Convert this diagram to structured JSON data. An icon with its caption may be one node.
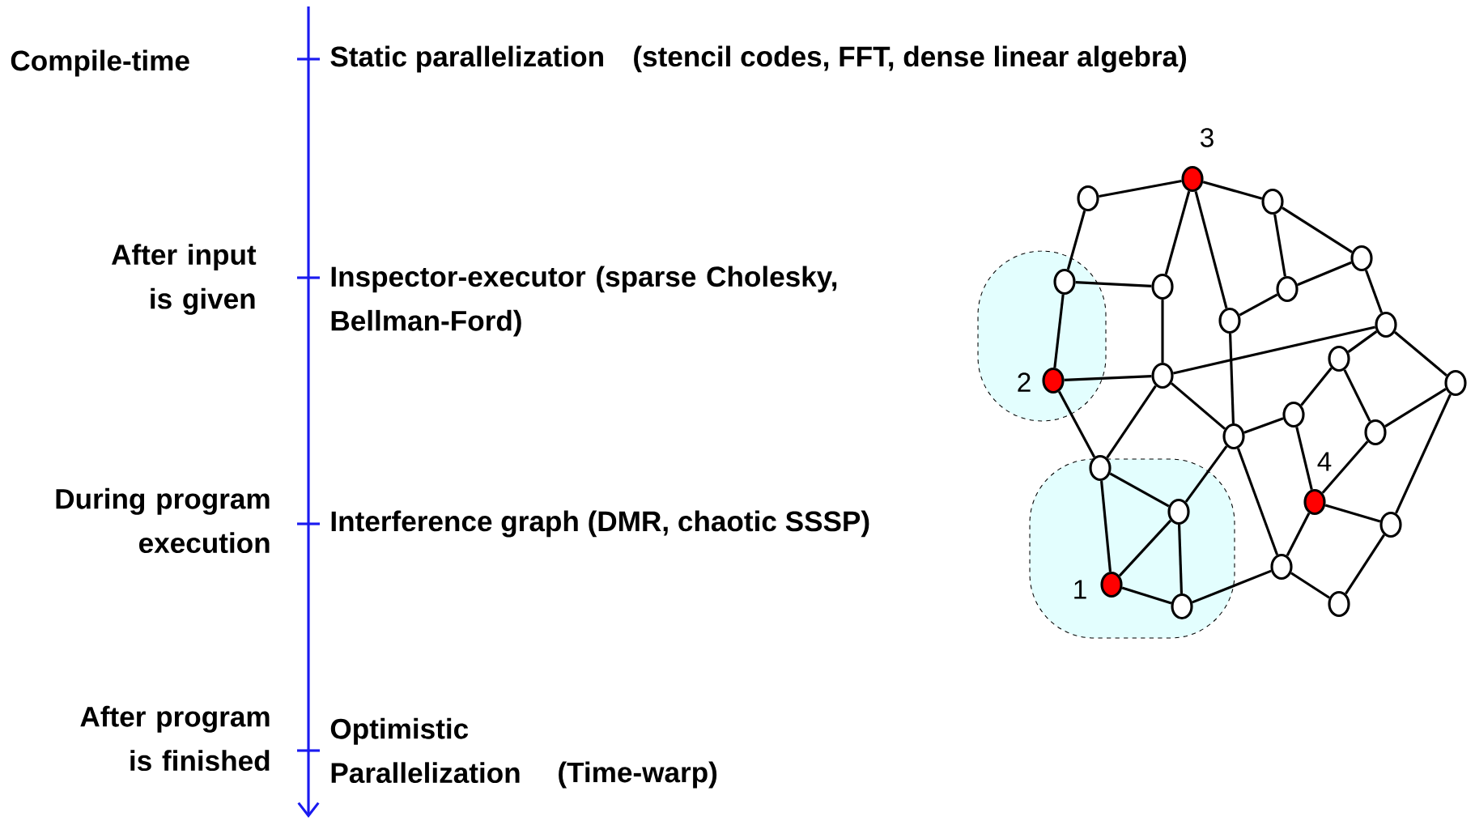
{
  "diagram": {
    "nodes": [
      {
        "text": [],
        "shape": "circle"
      },
      {
        "text": [],
        "shape": "circle",
        "beside": [
          "3"
        ]
      },
      {
        "text": [],
        "shape": "circle"
      },
      {
        "text": [],
        "shape": "circle"
      },
      {
        "text": [],
        "shape": "cloud"
      },
      {
        "text": [],
        "shape": "circle",
        "in": 4
      },
      {
        "text": [],
        "shape": "circle"
      },
      {
        "text": [],
        "shape": "circle"
      },
      {
        "text": [],
        "shape": "circle"
      },
      {
        "text": [],
        "shape": "circle"
      },
      {
        "text": [],
        "shape": "circle"
      },
      {
        "text": [],
        "shape": "circle",
        "beside": [
          "2"
        ],
        "in": 4
      },
      {
        "text": [],
        "shape": "circle"
      },
      {
        "text": [],
        "shape": "circle"
      },
      {
        "text": [],
        "shape": "circle"
      },
      {
        "text": [],
        "shape": "circle"
      },
      {
        "text": [],
        "shape": "circle"
      },
      {
        "text": [],
        "shape": "cloud"
      },
      {
        "text": [],
        "shape": "circle",
        "in": 17
      },
      {
        "text": [],
        "shape": "circle",
        "in": 17
      },
      {
        "text": [],
        "shape": "circle",
        "beside": [
          "4"
        ]
      },
      {
        "text": [],
        "shape": "circle"
      },
      {
        "text": [],
        "shape": "circle"
      },
      {
        "text": [],
        "shape": "circle",
        "beside": [
          "1"
        ],
        "in": 17
      },
      {
        "text": [],
        "shape": "circle",
        "in": 17
      },
      {
        "text": [],
        "shape": "circle"
      }
    ],
    "edges": [
      {
        "from": 0,
        "to": 1,
        "arrow": "none"
      },
      {
        "from": 1,
        "to": 2,
        "arrow": "none"
      },
      {
        "from": 0,
        "to": 5,
        "arrow": "none"
      },
      {
        "from": 1,
        "to": 6,
        "arrow": "none"
      },
      {
        "from": 1,
        "to": 8,
        "arrow": "none"
      },
      {
        "from": 2,
        "to": 3,
        "arrow": "none"
      },
      {
        "from": 2,
        "to": 7,
        "arrow": "none"
      },
      {
        "from": 7,
        "to": 3,
        "arrow": "none"
      },
      {
        "from": 3,
        "to": 9,
        "arrow": "none"
      },
      {
        "from": 5,
        "to": 6,
        "arrow": "none"
      },
      {
        "from": 5,
        "to": 11,
        "arrow": "none"
      },
      {
        "from": 6,
        "to": 12,
        "arrow": "none"
      },
      {
        "from": 8,
        "to": 7,
        "arrow": "none"
      },
      {
        "from": 9,
        "to": 12,
        "arrow": "none"
      },
      {
        "from": 9,
        "to": 10,
        "arrow": "none"
      },
      {
        "from": 9,
        "to": 13,
        "arrow": "none"
      },
      {
        "from": 10,
        "to": 14,
        "arrow": "none"
      },
      {
        "from": 10,
        "to": 15,
        "arrow": "none"
      },
      {
        "from": 11,
        "to": 12,
        "arrow": "none"
      },
      {
        "from": 11,
        "to": 18,
        "arrow": "none"
      },
      {
        "from": 12,
        "to": 18,
        "arrow": "none"
      },
      {
        "from": 12,
        "to": 16,
        "arrow": "none"
      },
      {
        "from": 8,
        "to": 16,
        "arrow": "none"
      },
      {
        "from": 16,
        "to": 14,
        "arrow": "none"
      },
      {
        "from": 14,
        "to": 20,
        "arrow": "none"
      },
      {
        "from": 15,
        "to": 13,
        "arrow": "none"
      },
      {
        "from": 15,
        "to": 20,
        "arrow": "none"
      },
      {
        "from": 13,
        "to": 21,
        "arrow": "none"
      },
      {
        "from": 18,
        "to": 19,
        "arrow": "none"
      },
      {
        "from": 18,
        "to": 23,
        "arrow": "none"
      },
      {
        "from": 19,
        "to": 23,
        "arrow": "none"
      },
      {
        "from": 19,
        "to": 24,
        "arrow": "none"
      },
      {
        "from": 19,
        "to": 16,
        "arrow": "none"
      },
      {
        "from": 23,
        "to": 24,
        "arrow": "none"
      },
      {
        "from": 24,
        "to": 22,
        "arrow": "none"
      },
      {
        "from": 16,
        "to": 22,
        "arrow": "none"
      },
      {
        "from": 22,
        "to": 20,
        "arrow": "none"
      },
      {
        "from": 22,
        "to": 25,
        "arrow": "none"
      },
      {
        "from": 25,
        "to": 21,
        "arrow": "none"
      },
      {
        "from": 20,
        "to": 21,
        "arrow": "none"
      }
    ],
    "labels": [
      "Compile-time",
      "Static parallelization",
      "(stencil codes, FFT, dense linear algebra)",
      "After input is given",
      "Inspector-executor (sparse Cholesky, Bellman-Ford)",
      "During program execution",
      "Interference graph (DMR, chaotic SSSP)",
      "After program is finished",
      "Optimistic Parallelization",
      "(Time-warp)"
    ]
  }
}
